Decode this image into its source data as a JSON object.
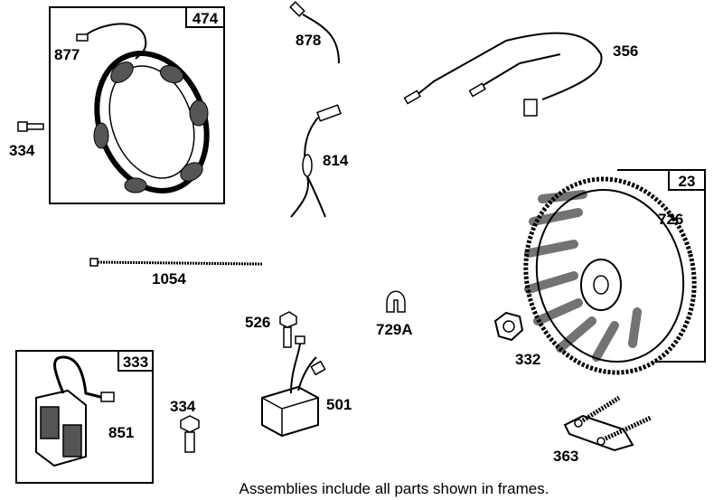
{
  "frames": {
    "armature": "474",
    "flywheel": "23",
    "ignition": "333"
  },
  "parts": {
    "p877": "877",
    "p878": "878",
    "p356": "356",
    "p334a": "334",
    "p814": "814",
    "p726": "726",
    "p1054": "1054",
    "p526": "526",
    "p729a": "729A",
    "p332": "332",
    "p501": "501",
    "p851": "851",
    "p334b": "334",
    "p363": "363"
  },
  "caption": "Assemblies include all parts shown in frames."
}
